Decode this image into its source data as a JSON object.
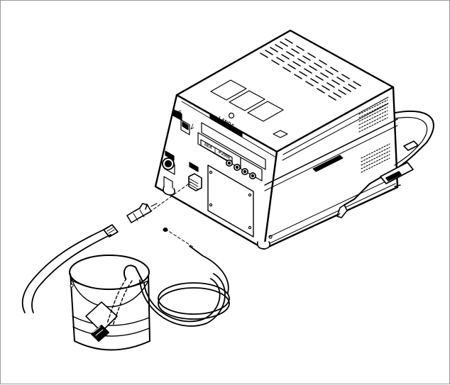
{
  "figure": {
    "brand_label_front": "LANDA",
    "brand_label_side": "LANDA",
    "model_series": "SEA",
    "model_number": "4-2000"
  },
  "colors": {
    "line": "#000000",
    "fill": "#ffffff",
    "frame_border": "#9a9a9a"
  }
}
